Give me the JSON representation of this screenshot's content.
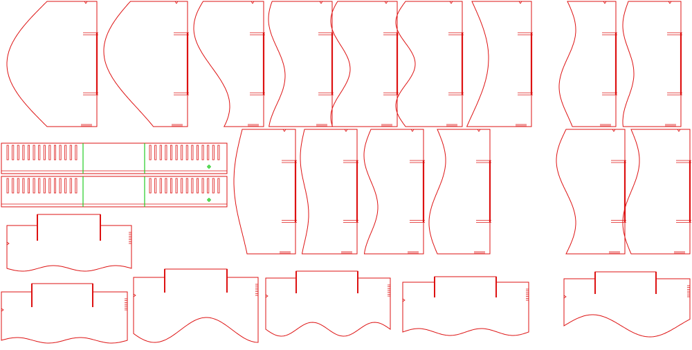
{
  "document": {
    "type": "laser-cut-layout",
    "background": "#ffffff"
  },
  "colors": {
    "cut_line": "#dd1111",
    "fold_line": "#22cc22",
    "registration_mark": "#22cc22"
  },
  "pieces": {
    "wave_panels_top_row": 9,
    "wave_panels_middle_row": 6,
    "comb_strips": 2,
    "landscape_panels": 6
  }
}
